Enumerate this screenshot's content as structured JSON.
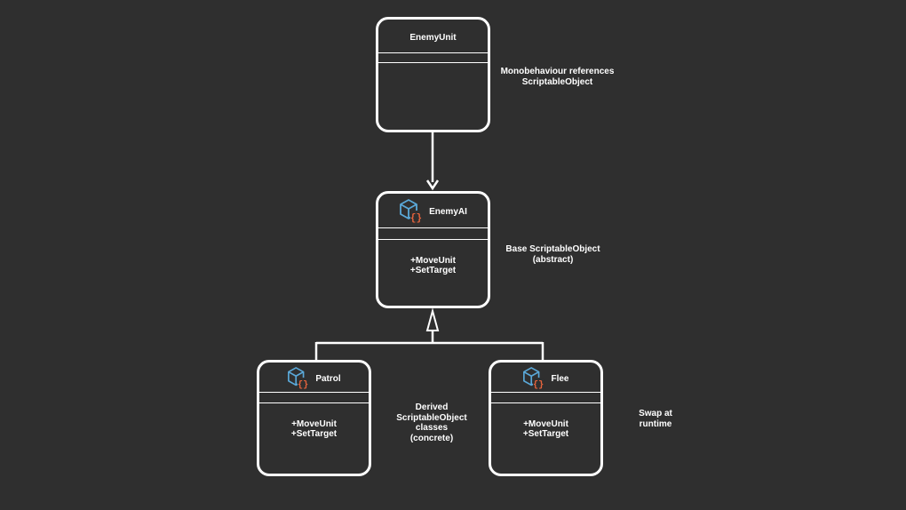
{
  "classes": {
    "enemy_unit": {
      "name": "EnemyUnit"
    },
    "enemy_ai": {
      "name": "EnemyAI",
      "icon": "scriptable-object-icon",
      "methods": [
        "+MoveUnit",
        "+SetTarget"
      ]
    },
    "patrol": {
      "name": "Patrol",
      "icon": "scriptable-object-icon",
      "methods": [
        "+MoveUnit",
        "+SetTarget"
      ]
    },
    "flee": {
      "name": "Flee",
      "icon": "scriptable-object-icon",
      "methods": [
        "+MoveUnit",
        "+SetTarget"
      ]
    }
  },
  "notes": {
    "references": [
      "Monobehaviour references",
      "ScriptableObject"
    ],
    "base": [
      "Base ScriptableObject",
      "(abstract)"
    ],
    "derived": [
      "Derived",
      "ScriptableObject",
      "classes",
      "(concrete)"
    ],
    "swap": [
      "Swap at",
      "runtime"
    ]
  },
  "colors": {
    "background": "#2f2f2f",
    "line": "#ffffff",
    "icon_cube": "#5aa8d8",
    "icon_braces": "#e8643c"
  }
}
